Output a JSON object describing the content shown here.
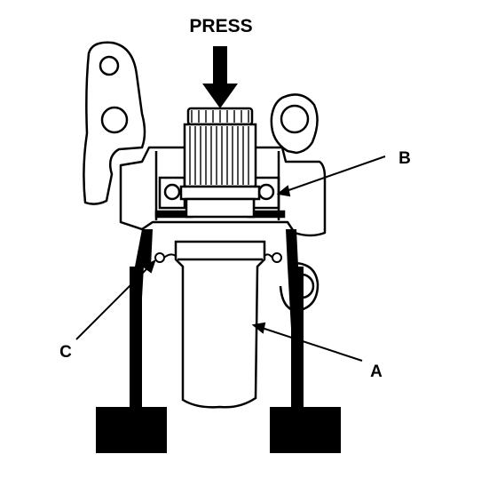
{
  "diagram": {
    "press_label": "PRESS",
    "callouts": [
      {
        "id": "a",
        "text": "A"
      },
      {
        "id": "b",
        "text": "B"
      },
      {
        "id": "c",
        "text": "C"
      }
    ],
    "colors": {
      "ink": "#000000",
      "paper": "#ffffff"
    }
  }
}
